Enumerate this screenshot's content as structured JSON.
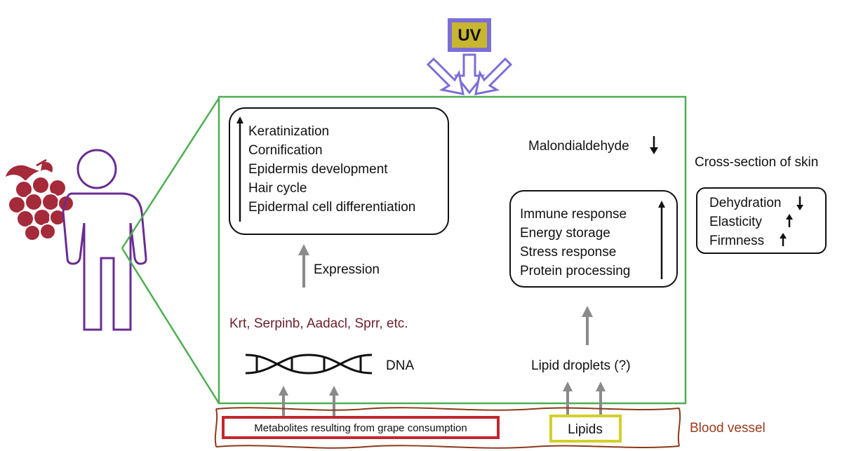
{
  "uv": {
    "label": "UV",
    "box_color": "#7b6fd6",
    "fill_color": "#c8b630",
    "arrow_color": "#7b6fd6"
  },
  "skin_box_color": "#4caf50",
  "figure_color": "#6a2c91",
  "grape_color": "#a52a3a",
  "expression_panel": {
    "items": [
      "Keratinization",
      "Cornification",
      "Epidermis development",
      "Hair cycle",
      "Epidermal cell differentiation"
    ],
    "direction": "up"
  },
  "expression_label": "Expression",
  "genes_label": "Krt, Serpinb, Aadacl, Sprr, etc.",
  "dna_label": "DNA",
  "malondialdehyde": {
    "label": "Malondialdehyde",
    "direction": "down"
  },
  "response_panel": {
    "items": [
      "Immune response",
      "Energy storage",
      "Stress response",
      "Protein processing"
    ],
    "direction": "up"
  },
  "lipid_droplets_label": "Lipid droplets (?)",
  "cross_section_label": "Cross-section of skin",
  "skin_effects": [
    {
      "label": "Dehydration",
      "direction": "down"
    },
    {
      "label": "Elasticity",
      "direction": "up"
    },
    {
      "label": "Firmness",
      "direction": "up"
    }
  ],
  "metabolites_label": "Metabolites resulting from grape consumption",
  "metabolites_color": "#c0282d",
  "lipids_label": "Lipids",
  "lipids_color": "#d4cf2a",
  "blood_vessel_label": "Blood vessel",
  "blood_vessel_color": "#8b3a1a"
}
